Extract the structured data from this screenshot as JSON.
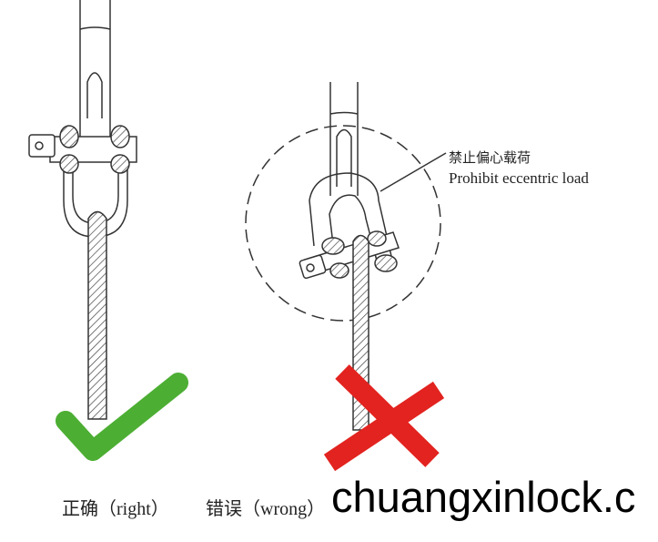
{
  "annotation": {
    "chinese": "禁止偏心载荷",
    "english": "Prohibit eccentric load"
  },
  "captions": {
    "right": "正确（right）",
    "wrong": "错误（wrong）"
  },
  "watermark": "chuangxinlock.c",
  "colors": {
    "check": "#4cae33",
    "cross": "#e2231f",
    "line": "#333333"
  }
}
